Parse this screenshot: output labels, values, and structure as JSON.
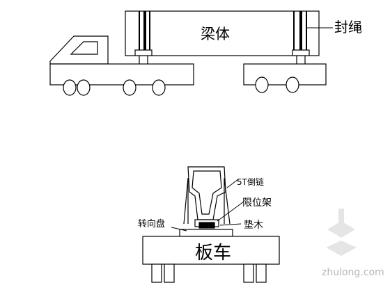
{
  "top_diagram": {
    "beam_label": "梁体",
    "rope_label": "封绳"
  },
  "bottom_diagram": {
    "chain_label": "5T倒链",
    "stopper_label": "限位架",
    "block_label": "垫木",
    "turntable_label": "转向盘",
    "trailer_label": "板车"
  },
  "watermark": {
    "text": "zhulong.com"
  }
}
